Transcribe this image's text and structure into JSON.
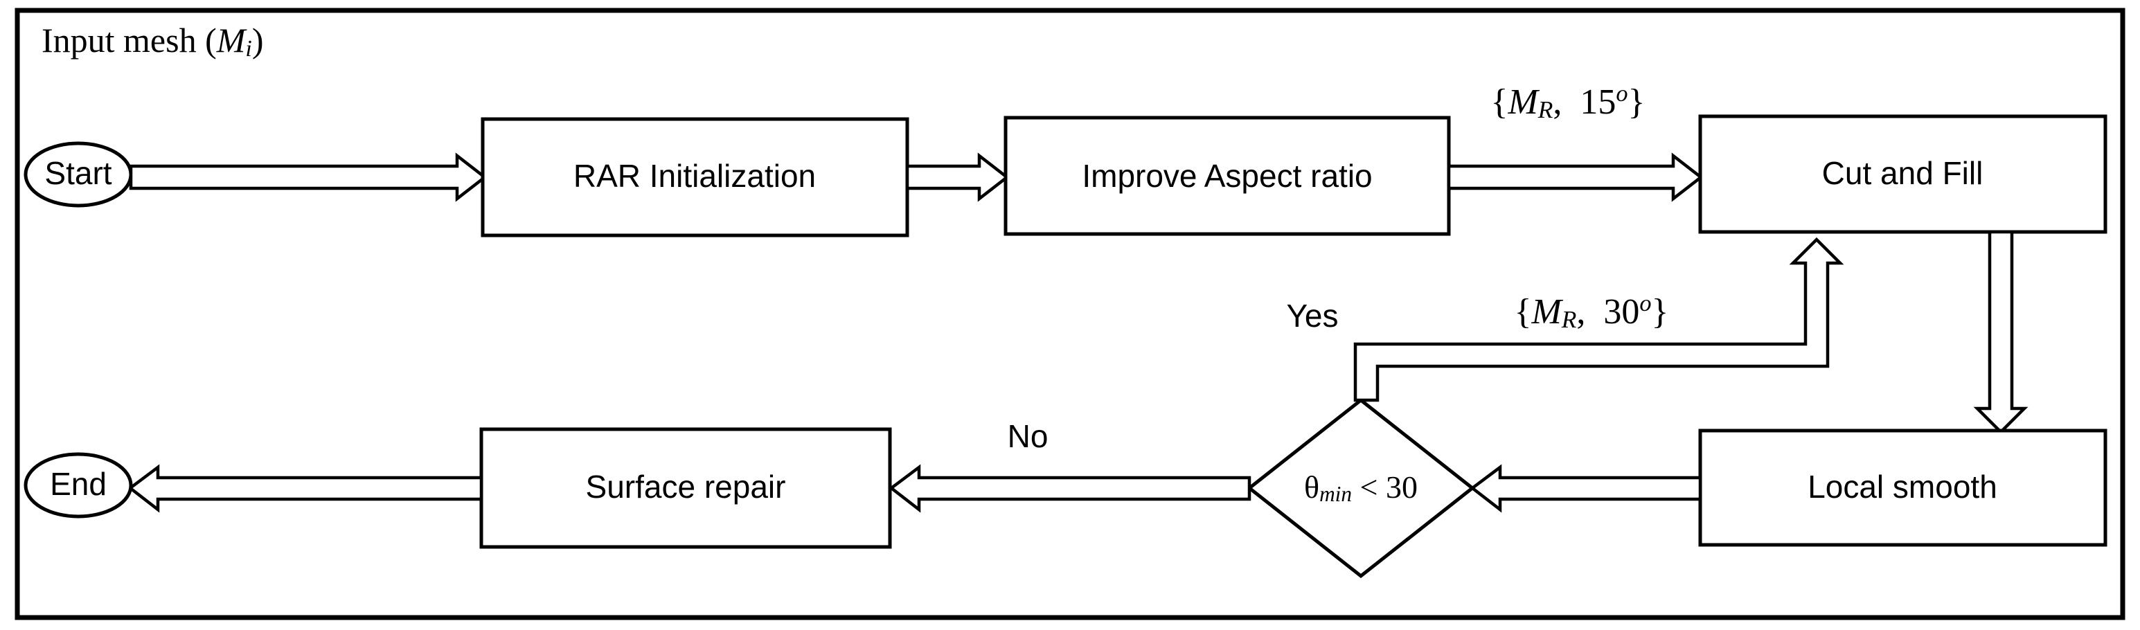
{
  "diagram": {
    "title_note": "Input mesh (Mi)",
    "input_label": {
      "prefix": "Input mesh (",
      "symbol": "M",
      "subscript": "i",
      "suffix": ")"
    },
    "nodes": [
      {
        "id": "start",
        "type": "terminator",
        "label": "Start"
      },
      {
        "id": "rar-init",
        "type": "process",
        "label": "RAR Initialization"
      },
      {
        "id": "improve-ar",
        "type": "process",
        "label": "Improve Aspect ratio"
      },
      {
        "id": "cut-fill",
        "type": "process",
        "label": "Cut and Fill"
      },
      {
        "id": "local-smooth",
        "type": "process",
        "label": "Local smooth"
      },
      {
        "id": "decision",
        "type": "decision",
        "label": "θmin < 30",
        "label_parts": {
          "symbol": "θ",
          "subscript": "min",
          "rest": " < 30"
        }
      },
      {
        "id": "surface-repair",
        "type": "process",
        "label": "Surface repair"
      },
      {
        "id": "end",
        "type": "terminator",
        "label": "End"
      }
    ],
    "edges": [
      {
        "id": "e-start-rar",
        "from": "start",
        "to": "rar-init",
        "label": ""
      },
      {
        "id": "e-rar-improve",
        "from": "rar-init",
        "to": "improve-ar",
        "label": ""
      },
      {
        "id": "e-improve-cut",
        "from": "improve-ar",
        "to": "cut-fill",
        "label": "{MR, 15o}",
        "label_parts": {
          "open": "{",
          "symbol": "M",
          "subscript": "R",
          "mid": ",  15",
          "sup": "o",
          "close": "}"
        }
      },
      {
        "id": "e-cut-smooth",
        "from": "cut-fill",
        "to": "local-smooth",
        "label": ""
      },
      {
        "id": "e-smooth-decision",
        "from": "local-smooth",
        "to": "decision",
        "label": ""
      },
      {
        "id": "e-decision-yes",
        "from": "decision",
        "to": "cut-fill",
        "label": "{MR, 30o}",
        "branch": "Yes",
        "label_parts": {
          "open": "{",
          "symbol": "M",
          "subscript": "R",
          "mid": ",  30",
          "sup": "o",
          "close": "}"
        }
      },
      {
        "id": "e-decision-no",
        "from": "decision",
        "to": "surface-repair",
        "branch": "No",
        "label": ""
      },
      {
        "id": "e-repair-end",
        "from": "surface-repair",
        "to": "end",
        "label": ""
      }
    ],
    "branch_labels": {
      "yes": "Yes",
      "no": "No"
    },
    "colors": {
      "stroke": "#000000",
      "fill": "#ffffff",
      "background": "#ffffff"
    }
  }
}
